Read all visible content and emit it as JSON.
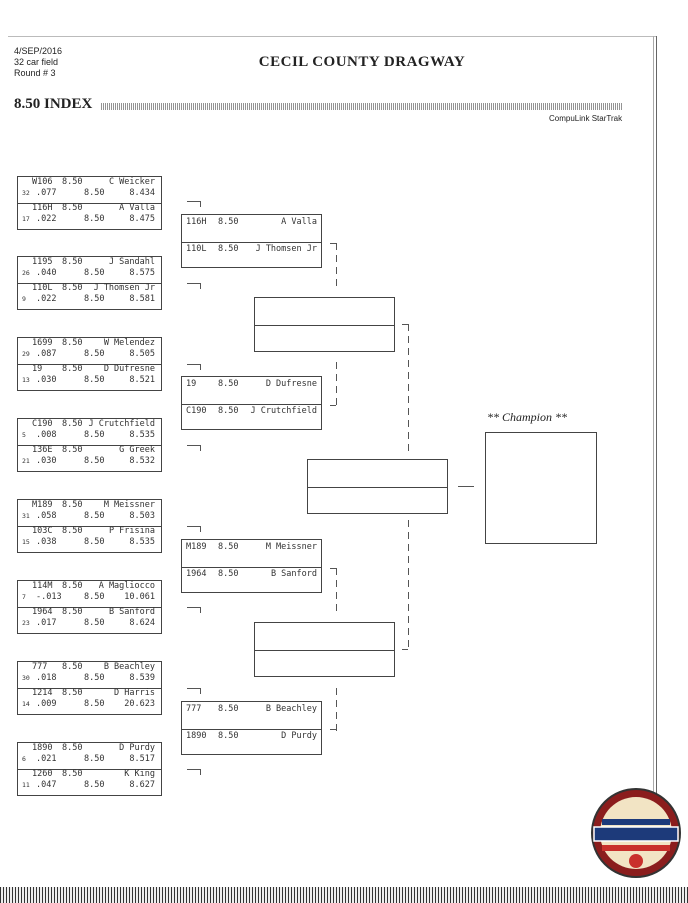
{
  "header": {
    "date": "4/SEP/2016",
    "field": "32 car field",
    "round": "Round # 3",
    "title": "CECIL COUNTY DRAGWAY",
    "index": "8.50 INDEX",
    "system": "CompuLink StarTrak"
  },
  "round1": [
    {
      "top": {
        "car": "W106",
        "dial": "8.50",
        "name": "C Weicker",
        "seed": "32",
        "rt": ".077",
        "d2": "8.50",
        "et": "8.434"
      },
      "bottom": {
        "car": "116H",
        "dial": "8.50",
        "name": "A Valla",
        "seed": "17",
        "rt": ".022",
        "d2": "8.50",
        "et": "8.475"
      }
    },
    {
      "top": {
        "car": "1195",
        "dial": "8.50",
        "name": "J Sandahl",
        "seed": "26",
        "rt": ".040",
        "d2": "8.50",
        "et": "8.575"
      },
      "bottom": {
        "car": "110L",
        "dial": "8.50",
        "name": "J Thomsen Jr",
        "seed": "9",
        "rt": ".022",
        "d2": "8.50",
        "et": "8.581"
      }
    },
    {
      "top": {
        "car": "1699",
        "dial": "8.50",
        "name": "W Melendez",
        "seed": "29",
        "rt": ".087",
        "d2": "8.50",
        "et": "8.505"
      },
      "bottom": {
        "car": "19",
        "dial": "8.50",
        "name": "D Dufresne",
        "seed": "13",
        "rt": ".030",
        "d2": "8.50",
        "et": "8.521"
      }
    },
    {
      "top": {
        "car": "C190",
        "dial": "8.50",
        "name": "J Crutchfield",
        "seed": "5",
        "rt": ".008",
        "d2": "8.50",
        "et": "8.535"
      },
      "bottom": {
        "car": "136E",
        "dial": "8.50",
        "name": "G Greek",
        "seed": "21",
        "rt": ".030",
        "d2": "8.50",
        "et": "8.532"
      }
    },
    {
      "top": {
        "car": "M189",
        "dial": "8.50",
        "name": "M Meissner",
        "seed": "31",
        "rt": ".058",
        "d2": "8.50",
        "et": "8.503"
      },
      "bottom": {
        "car": "103C",
        "dial": "8.50",
        "name": "P Frisina",
        "seed": "15",
        "rt": ".038",
        "d2": "8.50",
        "et": "8.535"
      }
    },
    {
      "top": {
        "car": "114M",
        "dial": "8.50",
        "name": "A Magliocco",
        "seed": "7",
        "rt": "-.013",
        "d2": "8.50",
        "et": "10.061"
      },
      "bottom": {
        "car": "1964",
        "dial": "8.50",
        "name": "B Sanford",
        "seed": "23",
        "rt": ".017",
        "d2": "8.50",
        "et": "8.624"
      }
    },
    {
      "top": {
        "car": "777",
        "dial": "8.50",
        "name": "B Beachley",
        "seed": "30",
        "rt": ".018",
        "d2": "8.50",
        "et": "8.539"
      },
      "bottom": {
        "car": "1214",
        "dial": "8.50",
        "name": "D Harris",
        "seed": "14",
        "rt": ".009",
        "d2": "8.50",
        "et": "20.623"
      }
    },
    {
      "top": {
        "car": "1890",
        "dial": "8.50",
        "name": "D Purdy",
        "seed": "6",
        "rt": ".021",
        "d2": "8.50",
        "et": "8.517"
      },
      "bottom": {
        "car": "1260",
        "dial": "8.50",
        "name": "K King",
        "seed": "11",
        "rt": ".047",
        "d2": "8.50",
        "et": "8.627"
      }
    }
  ],
  "round2": [
    {
      "top": {
        "car": "116H",
        "dial": "8.50",
        "name": "A Valla"
      },
      "bottom": {
        "car": "110L",
        "dial": "8.50",
        "name": "J Thomsen Jr"
      }
    },
    {
      "top": {
        "car": "19",
        "dial": "8.50",
        "name": "D Dufresne"
      },
      "bottom": {
        "car": "C190",
        "dial": "8.50",
        "name": "J Crutchfield"
      }
    },
    {
      "top": {
        "car": "M189",
        "dial": "8.50",
        "name": "M Meissner"
      },
      "bottom": {
        "car": "1964",
        "dial": "8.50",
        "name": "B Sanford"
      }
    },
    {
      "top": {
        "car": "777",
        "dial": "8.50",
        "name": "B Beachley"
      },
      "bottom": {
        "car": "1890",
        "dial": "8.50",
        "name": "D Purdy"
      }
    }
  ],
  "champion": {
    "label": "** Champion **"
  }
}
